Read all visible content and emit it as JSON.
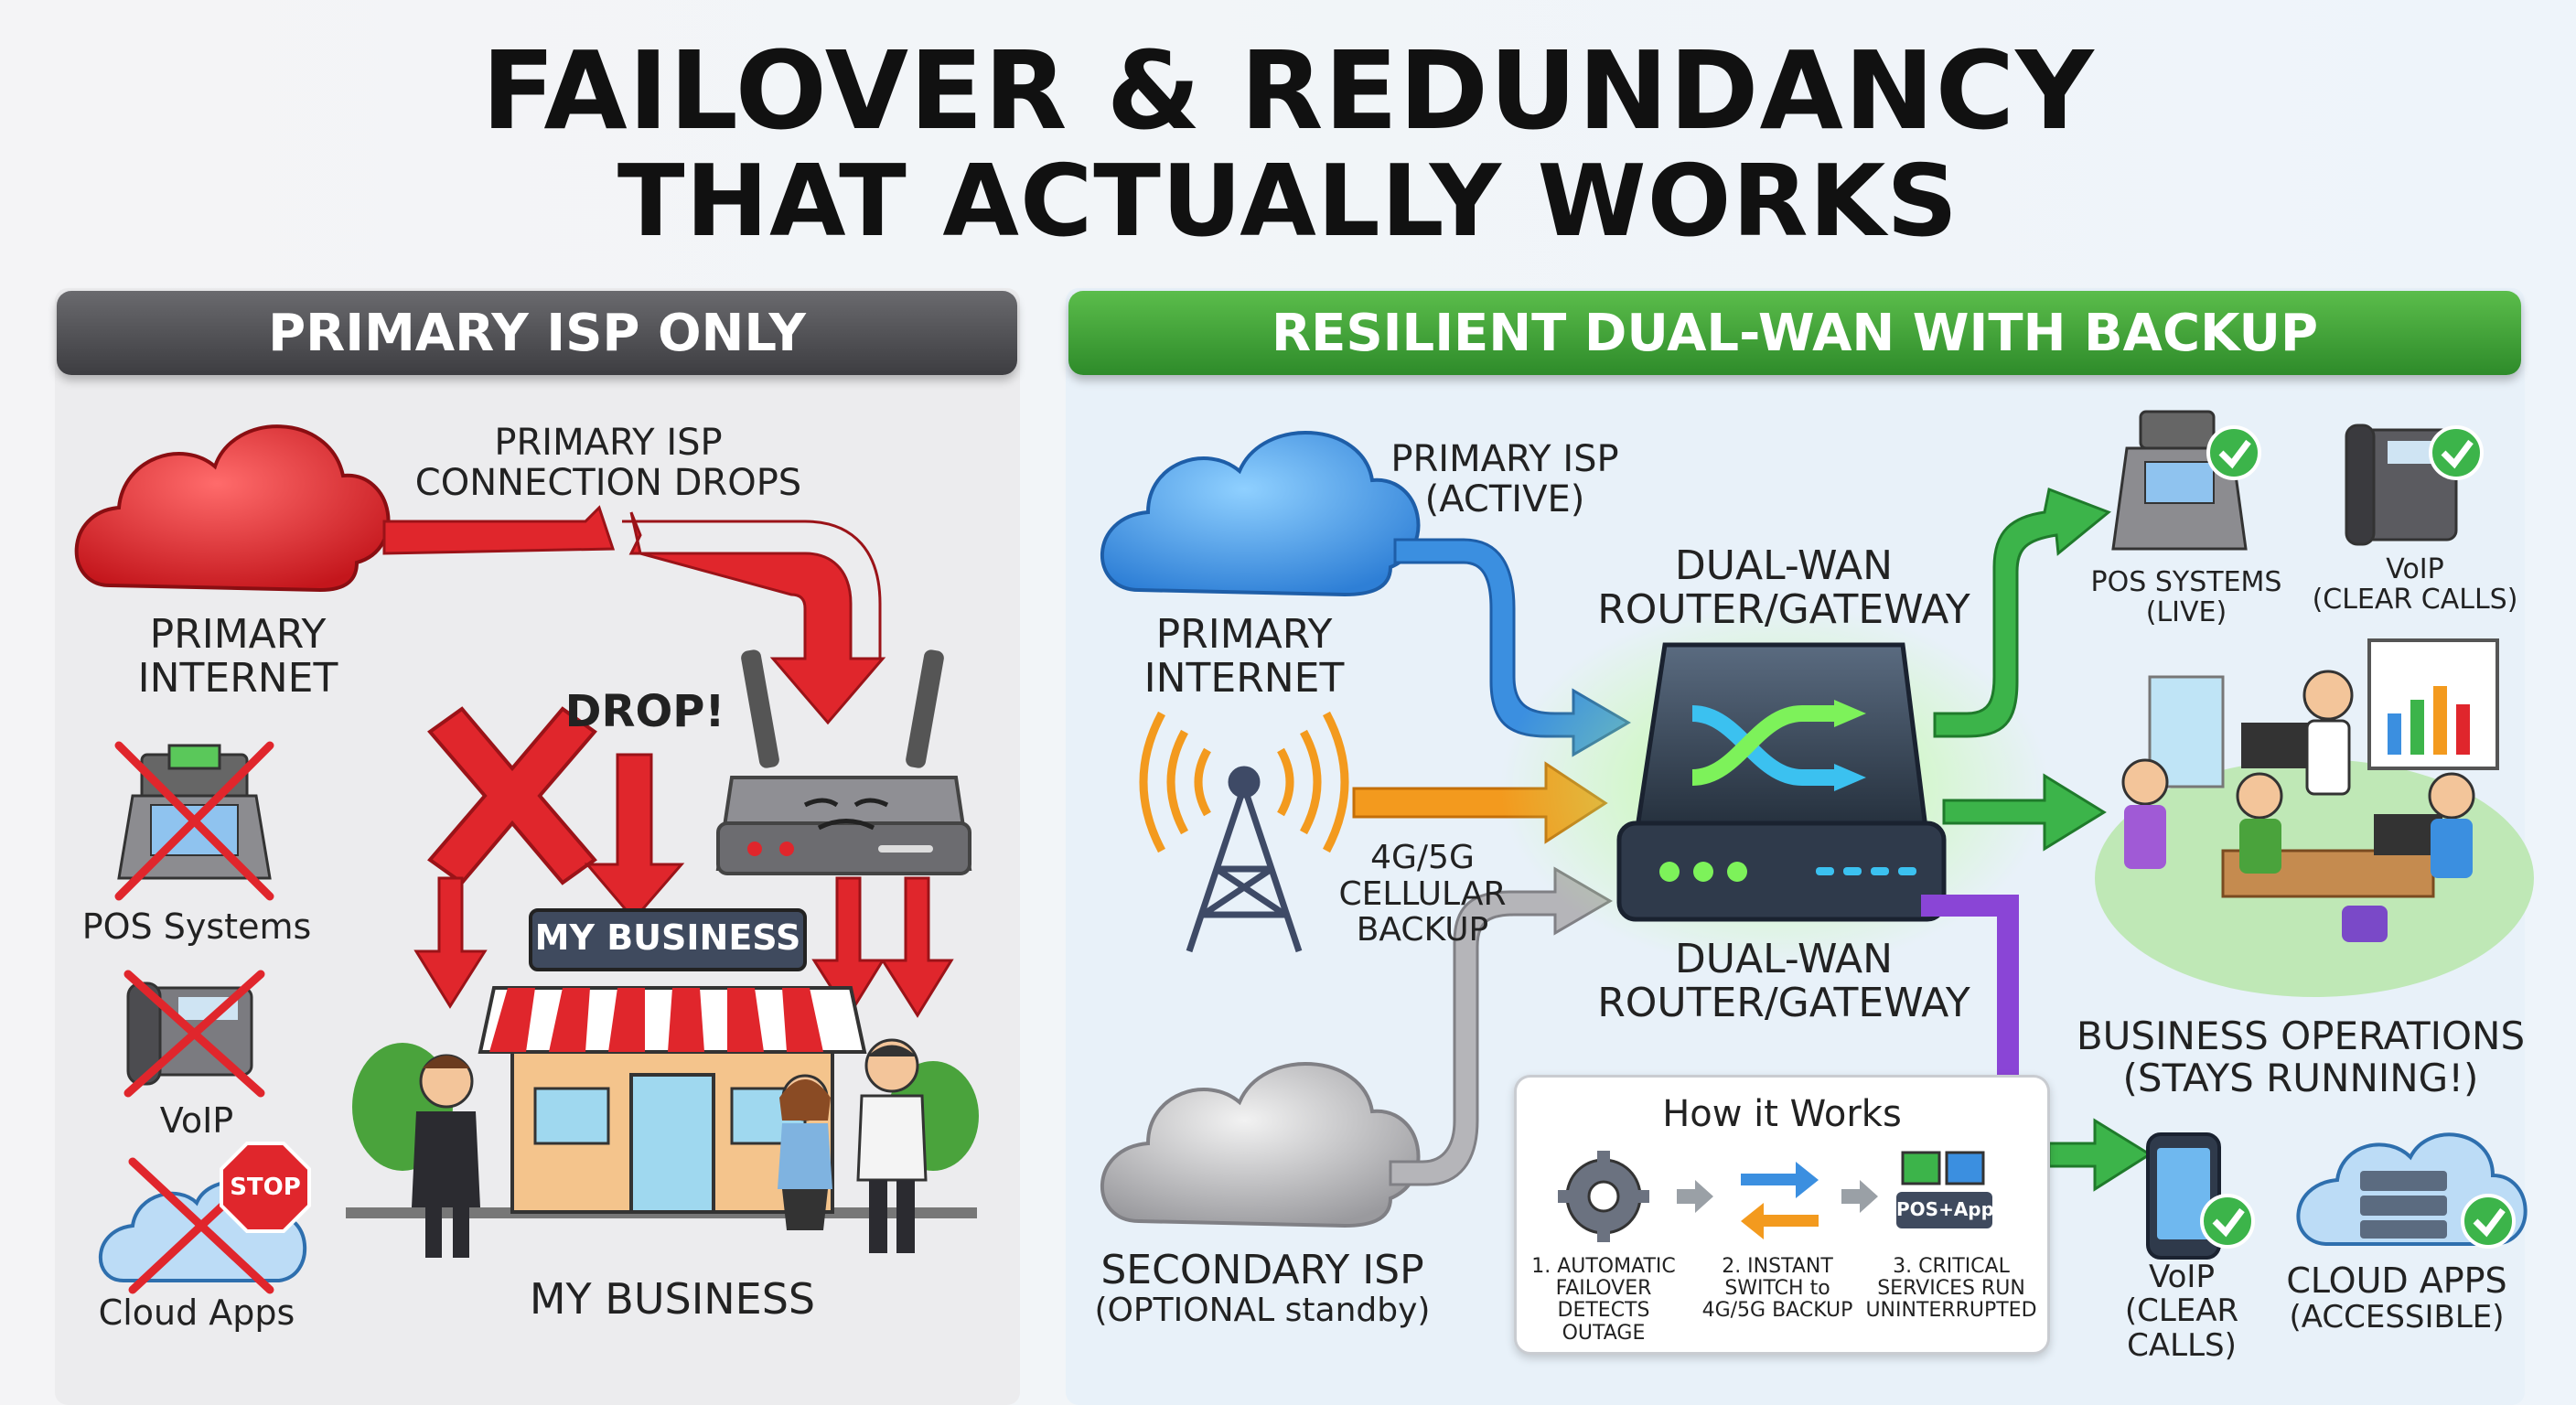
{
  "title": {
    "line1": "FAILOVER & REDUNDANCY",
    "line2": "THAT ACTUALLY WORKS"
  },
  "left": {
    "banner": "PRIMARY ISP ONLY",
    "drop_note_line1": "PRIMARY ISP",
    "drop_note_line2": "CONNECTION DROPS",
    "cloud_line1": "PRIMARY",
    "cloud_line2": "INTERNET",
    "drop_label": "DROP!",
    "storefront_sign": "MY BUSINESS",
    "business_label": "MY BUSINESS",
    "stop_sign": "STOP",
    "services": [
      "POS Systems",
      "VoIP",
      "Cloud Apps"
    ]
  },
  "right": {
    "banner": "RESILIENT DUAL-WAN WITH BACKUP",
    "primary_isp_line1": "PRIMARY ISP",
    "primary_isp_line2": "(ACTIVE)",
    "cloud_line1": "PRIMARY",
    "cloud_line2": "INTERNET",
    "router_top_line1": "DUAL-WAN",
    "router_top_line2": "ROUTER/GATEWAY",
    "router_bottom_line1": "DUAL-WAN",
    "router_bottom_line2": "ROUTER/GATEWAY",
    "cellular_line1": "4G/5G",
    "cellular_line2": "CELLULAR",
    "cellular_line3": "BACKUP",
    "secondary_line1": "SECONDARY ISP",
    "secondary_line2": "(OPTIONAL standby)",
    "pos_line1": "POS SYSTEMS",
    "pos_line2": "(LIVE)",
    "voip_top_line1": "VoIP",
    "voip_top_line2": "(CLEAR CALLS)",
    "ops_line1": "BUSINESS OPERATIONS",
    "ops_line2": "(STAYS RUNNING!)",
    "voip_bottom_line1": "VoIP",
    "voip_bottom_line2": "(CLEAR",
    "voip_bottom_line3": "CALLS)",
    "cloud_apps_line1": "CLOUD APPS",
    "cloud_apps_line2": "(ACCESSIBLE)"
  },
  "how_it_works": {
    "title": "How it Works",
    "chip": "POS+Apps",
    "steps": [
      {
        "line1": "1. AUTOMATIC",
        "line2": "FAILOVER",
        "line3": "DETECTS OUTAGE"
      },
      {
        "line1": "2. INSTANT",
        "line2": "SWITCH to",
        "line3": "4G/5G BACKUP"
      },
      {
        "line1": "3. CRITICAL",
        "line2": "SERVICES RUN",
        "line3": "UNINTERRUPTED"
      }
    ]
  },
  "colors": {
    "failure_red": "#e0262c",
    "primary_blue": "#3b8fe0",
    "backup_orange": "#f39a1e",
    "standby_gray": "#a9a9ad",
    "success_green": "#3cb44a",
    "purple_link": "#8a45d6",
    "left_banner": "#4a4a4e",
    "right_banner": "#3a9a34"
  },
  "icons": [
    "red-cloud-icon",
    "blue-cloud-icon",
    "gray-cloud-icon",
    "broken-arrow-icon",
    "sad-router-icon",
    "x-mark-icon",
    "cell-tower-icon",
    "dual-wan-router-icon",
    "pos-terminal-icon",
    "desk-phone-icon",
    "smartphone-icon",
    "server-cloud-icon",
    "check-icon",
    "stop-sign-icon",
    "gear-icon",
    "swap-arrows-icon",
    "storefront-icon",
    "office-team-icon"
  ]
}
